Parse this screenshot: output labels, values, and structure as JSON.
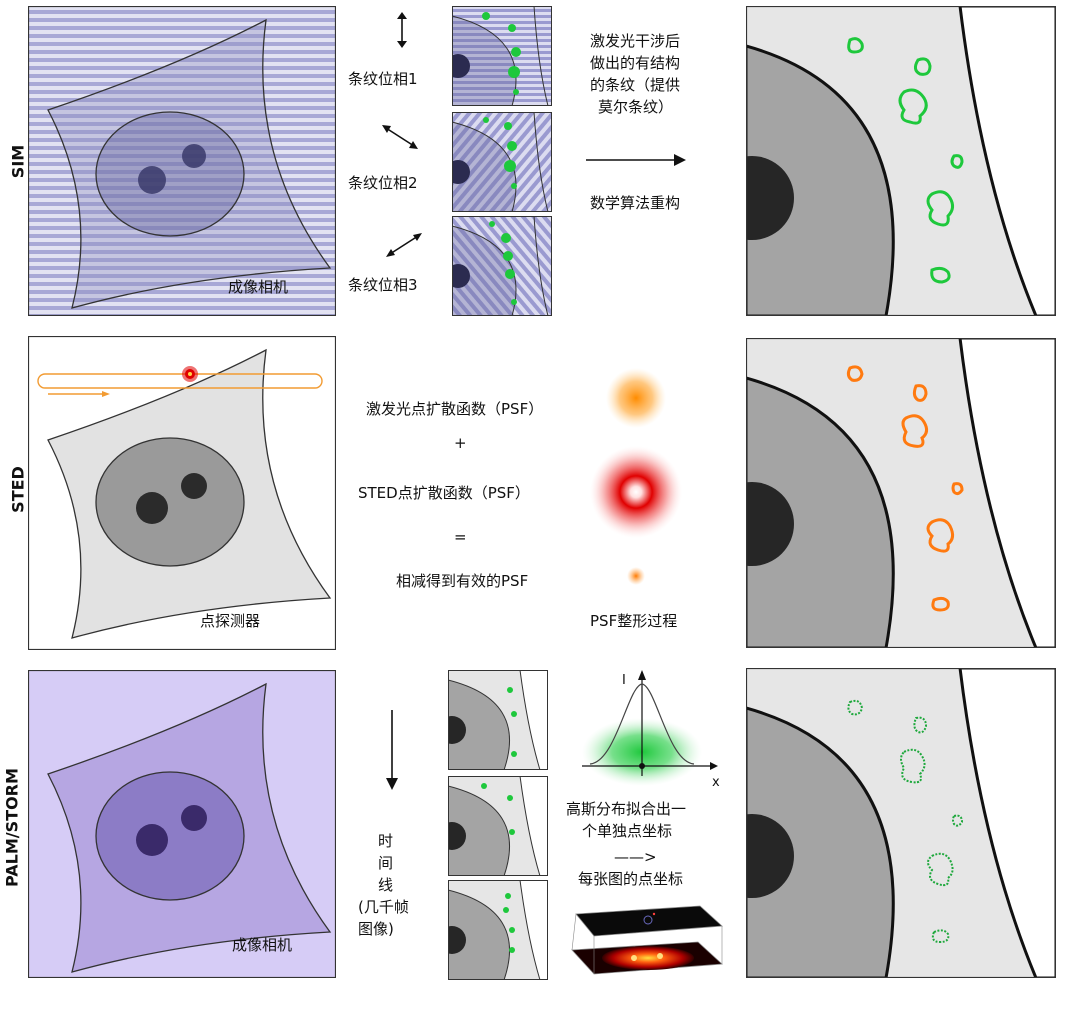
{
  "rows": {
    "sim": {
      "label": "SIM",
      "camera_label": "成像相机",
      "phase_labels": [
        "条纹位相1",
        "条纹位相2",
        "条纹位相3"
      ],
      "interference_text": [
        "激发光干涉后",
        "做出的有结构",
        "的条纹（提供",
        "莫尔条纹）"
      ],
      "reconstruction_text": "数学算法重构"
    },
    "sted": {
      "label": "STED",
      "detector_label": "点探测器",
      "excitation_psf": "激发光点扩散函数（PSF）",
      "plus": "+",
      "sted_psf": "STED点扩散函数（PSF）",
      "equals": "=",
      "effective_psf": "相减得到有效的PSF",
      "psf_shaping": "PSF整形过程"
    },
    "palm": {
      "label": "PALM/STORM",
      "camera_label": "成像相机",
      "timeline_text": [
        "时",
        "间",
        "线",
        "(几千帧",
        "图像)"
      ],
      "axis_i": "I",
      "axis_x": "x",
      "gauss_text": [
        "高斯分布拟合出一",
        "个单独点坐标",
        "——>",
        "每张图的点坐标"
      ]
    }
  },
  "colors": {
    "sim_stripe": "#9a9ad0",
    "sim_bg": "#dcdcf0",
    "green_dot": "#1ec83c",
    "orange_outline": "#ff7a10",
    "sted_red": "#e00000",
    "palm_bg": "#d4c8f4",
    "palm_cell": "#b4a4e0",
    "gray_bg": "#e8e8e8",
    "nucleus_gray": "#9a9a9a",
    "nucleolus": "#2b2b2b"
  }
}
